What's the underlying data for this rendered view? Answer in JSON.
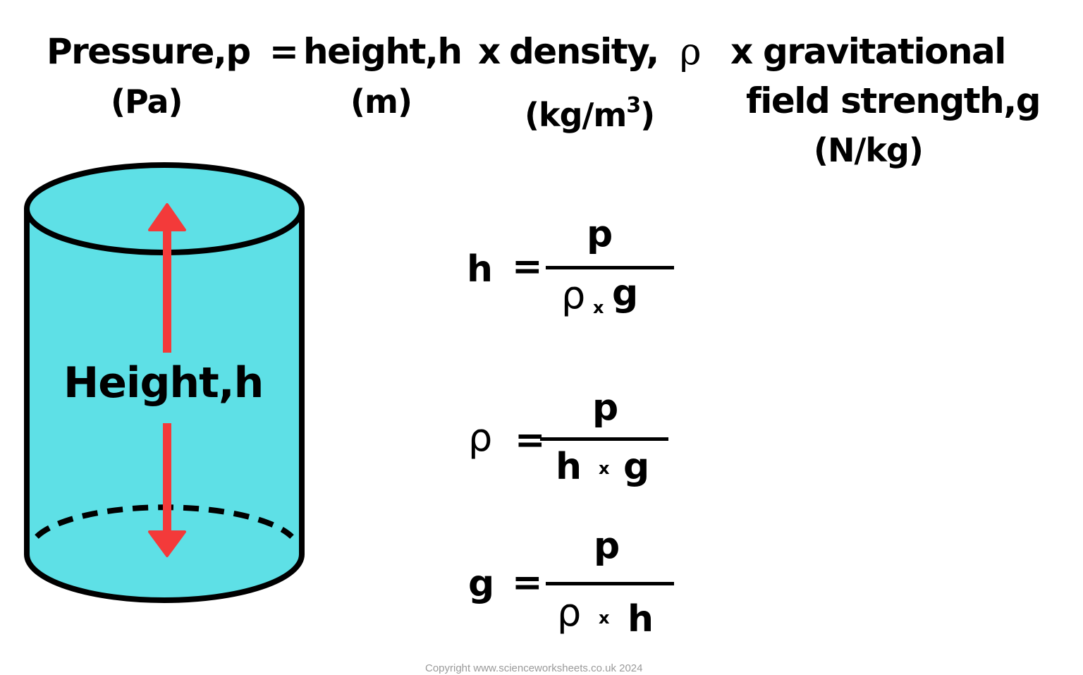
{
  "header": {
    "pressure_label": "Pressure,p",
    "pressure_unit": "(Pa)",
    "equals": "=",
    "height_label": "height,h",
    "height_unit": "(m)",
    "times_1": "x",
    "density_label": "density,",
    "density_symbol": "ρ",
    "density_unit_main": "(kg/m",
    "density_unit_sup": "3",
    "density_unit_close": ")",
    "times_2": "x",
    "gravity_label_line1": "gravitational",
    "gravity_label_line2": "field strength,g",
    "gravity_unit": "(N/kg)"
  },
  "diagram": {
    "label": "Height,h",
    "fill_color": "#5ee0e6",
    "outline_color": "#000000",
    "arrow_color": "#f33a3a"
  },
  "equations": [
    {
      "lhs": "h",
      "equals": "=",
      "numerator": "p",
      "denominator": [
        "ρ",
        "x",
        "g"
      ]
    },
    {
      "lhs": "ρ",
      "equals": "=",
      "numerator": "p",
      "denominator": [
        "h",
        "x",
        "g"
      ]
    },
    {
      "lhs": "g",
      "equals": "=",
      "numerator": "p",
      "denominator": [
        "ρ",
        "x",
        "h"
      ]
    }
  ],
  "footer": {
    "copyright": "Copyright www.scienceworksheets.co.uk 2024"
  }
}
